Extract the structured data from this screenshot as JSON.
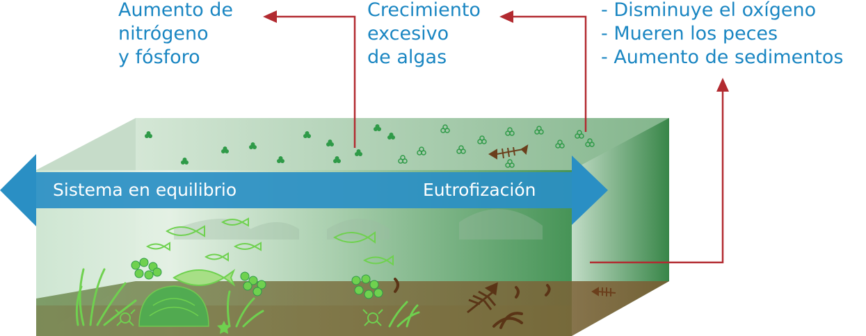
{
  "labels": {
    "nutrients": [
      "Aumento de",
      "nitrógeno",
      "y fósforo"
    ],
    "algae": [
      "Crecimiento",
      "excesivo",
      "de algas"
    ],
    "consequences": [
      "- Disminuye el oxígeno",
      "- Mueren los peces",
      "- Aumento de sedimentos"
    ]
  },
  "band": {
    "left_label": "Sistema en equilibrio",
    "right_label": "Eutrofización"
  },
  "colors": {
    "label_blue": "#1a86c2",
    "band_blue": "#2a8fc4",
    "arrow_red": "#b22a30",
    "water_green": "#4f9a5e",
    "sediment_brown": "#7a5a30",
    "healthy_life_green": "#6fd14f",
    "dead_life_brown": "#6b3f1c"
  }
}
